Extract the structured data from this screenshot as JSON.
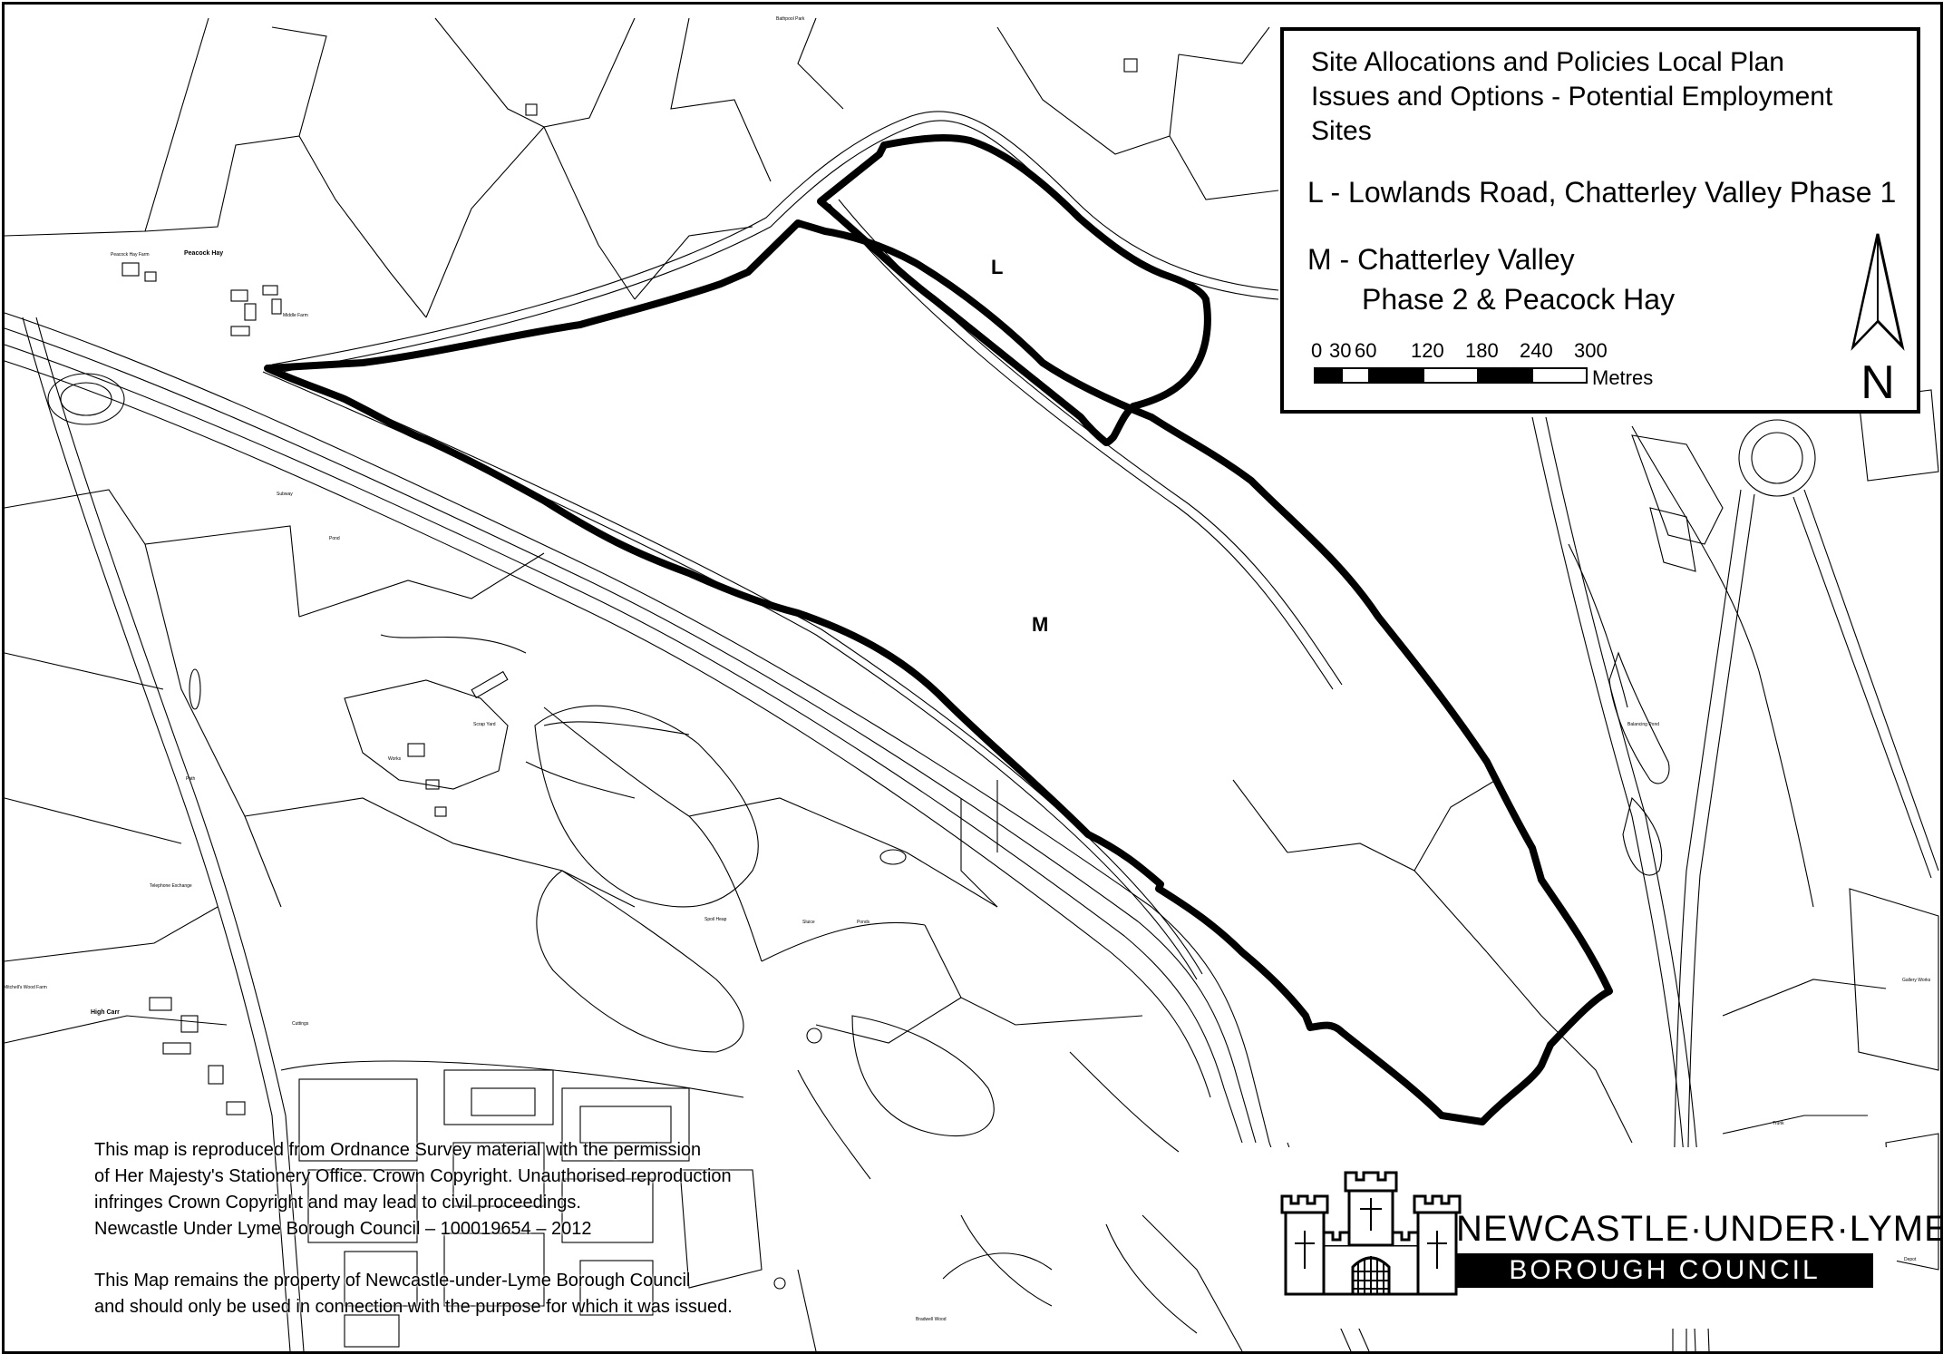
{
  "legend": {
    "title_lines": [
      "Site Allocations and Policies Local Plan",
      "Issues and Options  - Potential Employment",
      "Sites"
    ],
    "site_l": "L - Lowlands Road, Chatterley Valley Phase 1",
    "site_m_line1": "M - Chatterley Valley",
    "site_m_line2": "Phase 2 & Peacock Hay"
  },
  "scale": {
    "ticks": [
      "0",
      "30",
      "60",
      "120",
      "180",
      "240",
      "300"
    ],
    "unit": "Metres"
  },
  "north": {
    "label": "N",
    "icon": "north-arrow-icon"
  },
  "sites": {
    "l_label": "L",
    "m_label": "M"
  },
  "place_names": {
    "peacock_hay": "Peacock Hay",
    "peacock_hay_farm": "Peacock Hay Farm",
    "high_carr": "High Carr",
    "mitchells_wood_farm": "Mitchell's Wood Farm",
    "bradwell_wood": "Bradwell Wood",
    "spoil_heap": "Spoil Heap",
    "works": "Works",
    "scrap_yard": "Scrap Yard",
    "telephone_exchange": "Telephone Exchange",
    "middle_farm": "Middle Farm",
    "bathpool_park": "Bathpool Park",
    "sluice": "Sluice",
    "cuttings": "Cuttings",
    "ponds": "Ponds",
    "subway": "Subway",
    "pond": "Pond",
    "path": "Path",
    "balancing_pond": "Balancing Pond",
    "gallery_works": "Gallery Works",
    "depot": "Depot",
    "trunk": "Trunk"
  },
  "copyright": {
    "lines_1": [
      "This map is reproduced from Ordnance Survey material with the permission",
      "of Her Majesty's Stationery Office. Crown Copyright. Unauthorised reproduction",
      "infringes Crown Copyright and may lead to civil proceedings.",
      "Newcastle Under Lyme Borough Council – 100019654 – 2012"
    ],
    "lines_2": [
      "This Map remains the property of Newcastle-under-Lyme Borough Council",
      "and should only be used in connection with the purpose for which it was issued."
    ]
  },
  "council": {
    "name_line1": "NEWCASTLE·UNDER·LYME",
    "name_line2": "BOROUGH COUNCIL",
    "logo_icon": "castle-crest-icon"
  },
  "colors": {
    "ink": "#000000",
    "paper": "#ffffff"
  }
}
